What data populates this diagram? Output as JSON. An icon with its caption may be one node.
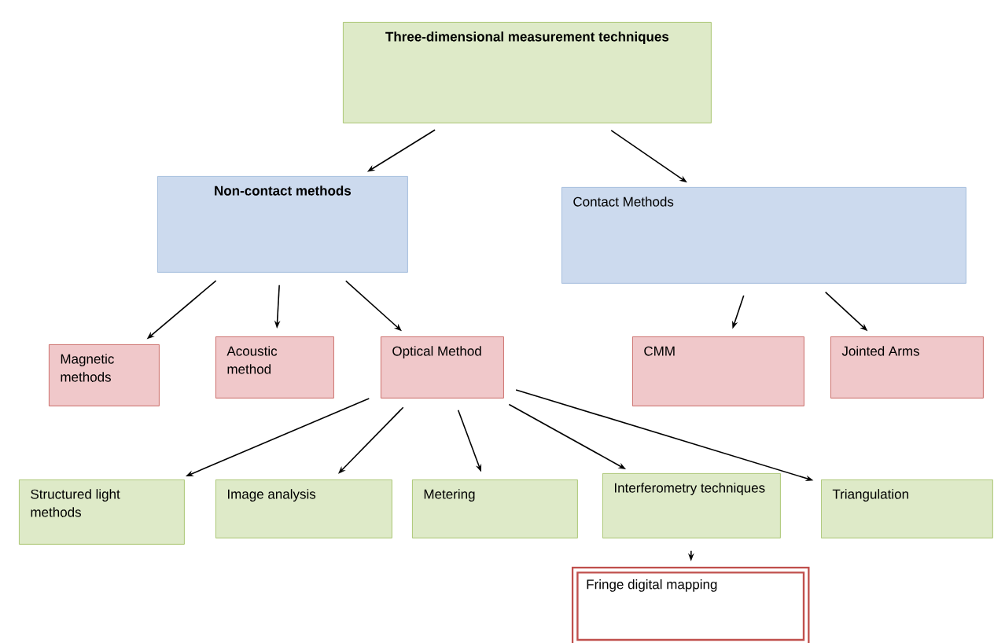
{
  "diagram": {
    "nodes": [
      {
        "text": [
          "Three-dimensional measurement techniques"
        ]
      },
      {
        "text": [
          "Non-contact methods"
        ]
      },
      {
        "text": [
          "Contact Methods"
        ]
      },
      {
        "text": [
          "Magnetic methods"
        ]
      },
      {
        "text": [
          "Acoustic method"
        ]
      },
      {
        "text": [
          "Optical Method"
        ]
      },
      {
        "text": [
          "CMM"
        ]
      },
      {
        "text": [
          "Jointed Arms"
        ]
      },
      {
        "text": [
          "Structured light methods"
        ]
      },
      {
        "text": [
          "Image analysis"
        ]
      },
      {
        "text": [
          "Metering"
        ]
      },
      {
        "text": [
          "Interferometry techniques"
        ]
      },
      {
        "text": [
          "Triangulation"
        ]
      },
      {
        "text": [
          "Fringe digital mapping"
        ]
      }
    ],
    "edges": [
      {
        "from": 0,
        "to": 1,
        "arrow": "to"
      },
      {
        "from": 0,
        "to": 2,
        "arrow": "to"
      },
      {
        "from": 1,
        "to": 3,
        "arrow": "to"
      },
      {
        "from": 1,
        "to": 4,
        "arrow": "to"
      },
      {
        "from": 1,
        "to": 5,
        "arrow": "to"
      },
      {
        "from": 2,
        "to": 6,
        "arrow": "to"
      },
      {
        "from": 2,
        "to": 7,
        "arrow": "to"
      },
      {
        "from": 5,
        "to": 8,
        "arrow": "to"
      },
      {
        "from": 5,
        "to": 9,
        "arrow": "to"
      },
      {
        "from": 5,
        "to": 10,
        "arrow": "to"
      },
      {
        "from": 5,
        "to": 11,
        "arrow": "to"
      },
      {
        "from": 5,
        "to": 12,
        "arrow": "to"
      },
      {
        "from": 11,
        "to": 13,
        "arrow": "to"
      }
    ]
  }
}
